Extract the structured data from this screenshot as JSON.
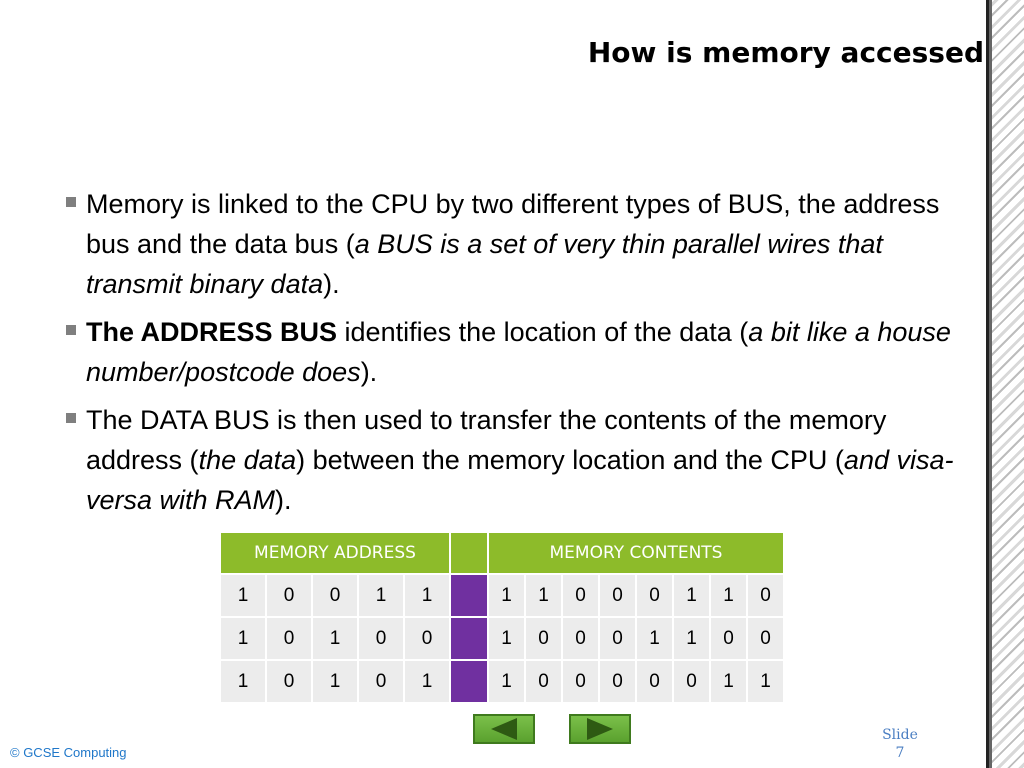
{
  "title": "How is memory accessed",
  "bullets": [
    {
      "parts": [
        {
          "text": "Memory is linked to the CPU by two different types of BUS, the address bus and the data bus (",
          "style": "normal"
        },
        {
          "text": "a BUS is a set of very thin parallel wires that transmit binary data",
          "style": "italic"
        },
        {
          "text": ").",
          "style": "normal"
        }
      ]
    },
    {
      "parts": [
        {
          "text": "The ADDRESS BUS",
          "style": "bold"
        },
        {
          "text": " identifies the location of the data (",
          "style": "normal"
        },
        {
          "text": "a bit like a house number/postcode does",
          "style": "italic"
        },
        {
          "text": ").",
          "style": "normal"
        }
      ]
    },
    {
      "parts": [
        {
          "text": "The DATA BUS is then used to transfer the contents of the memory address (",
          "style": "normal"
        },
        {
          "text": "the data",
          "style": "italic"
        },
        {
          "text": ") between the memory location and the CPU (",
          "style": "normal"
        },
        {
          "text": "and visa-versa with RAM",
          "style": "italic"
        },
        {
          "text": ").",
          "style": "normal"
        }
      ]
    }
  ],
  "table": {
    "address_header": "MEMORY ADDRESS",
    "contents_header": "MEMORY CONTENTS",
    "rows": [
      {
        "address": [
          "1",
          "0",
          "0",
          "1",
          "1"
        ],
        "contents": [
          "1",
          "1",
          "0",
          "0",
          "0",
          "1",
          "1",
          "0"
        ]
      },
      {
        "address": [
          "1",
          "0",
          "1",
          "0",
          "0"
        ],
        "contents": [
          "1",
          "0",
          "0",
          "0",
          "1",
          "1",
          "0",
          "0"
        ]
      },
      {
        "address": [
          "1",
          "0",
          "1",
          "0",
          "1"
        ],
        "contents": [
          "1",
          "0",
          "0",
          "0",
          "0",
          "0",
          "1",
          "1"
        ]
      }
    ]
  },
  "footer": {
    "copyright": "© GCSE Computing",
    "slide_label": "Slide",
    "slide_number": "7"
  },
  "colors": {
    "header_green": "#8dbb2a",
    "separator_purple": "#7030a0",
    "cell_gray": "#ececec",
    "nav_green": "#5aa12e",
    "footer_blue": "#1f77c9"
  },
  "icons": {
    "prev": "triangle-left-icon",
    "next": "triangle-right-icon",
    "bullet": "square-bullet-icon"
  }
}
